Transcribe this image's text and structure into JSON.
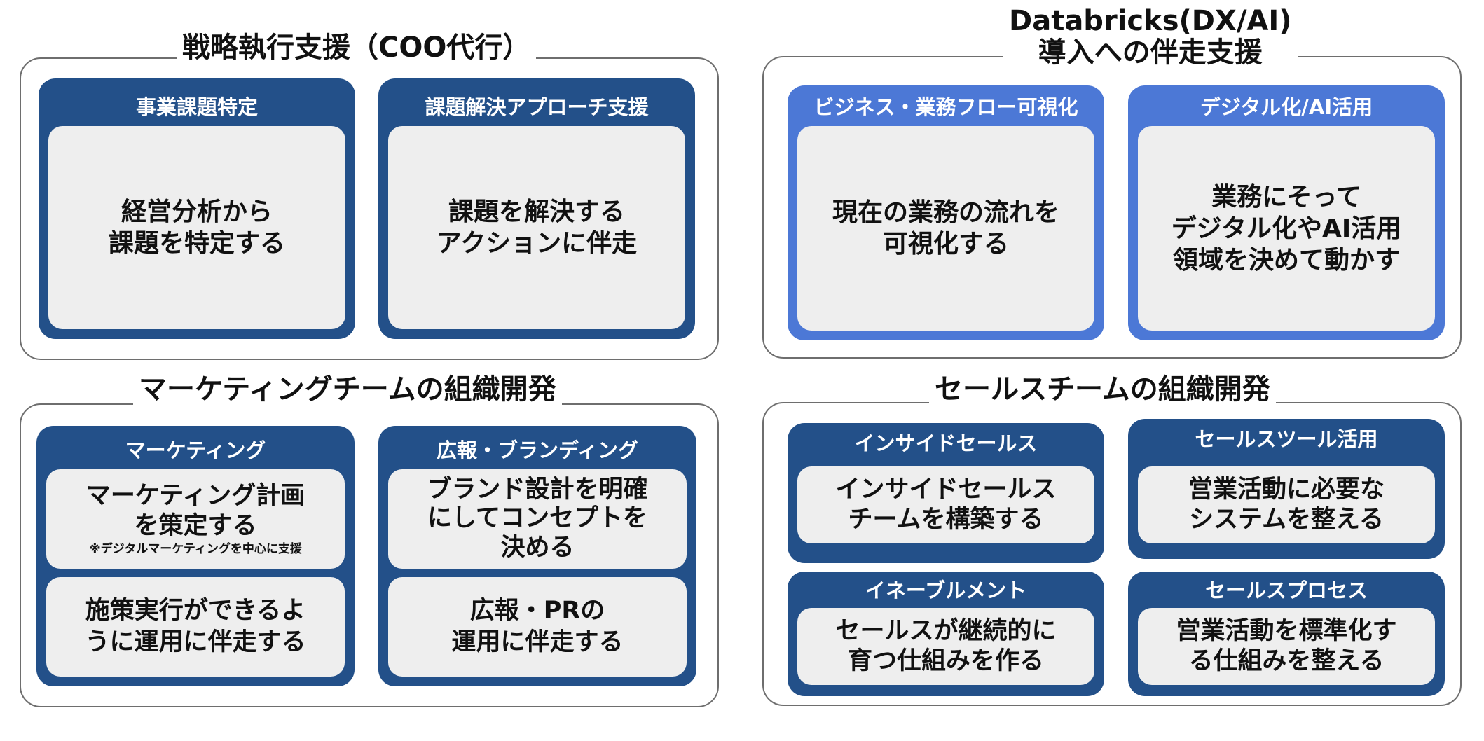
{
  "colors": {
    "dark_blue": "#235089",
    "light_blue": "#4c78d6",
    "inner_gray": "#eeeeee",
    "border_gray": "#6e6e6e"
  },
  "strategy": {
    "title": "戦略執行支援（COO代行）",
    "cards": [
      {
        "label": "事業課題特定",
        "lines": [
          "経営分析から",
          "課題を特定する"
        ]
      },
      {
        "label": "課題解決アプローチ支援",
        "lines": [
          "課題を解決する",
          "アクションに伴走"
        ]
      }
    ]
  },
  "databricks": {
    "title_line1": "Databricks(DX/AI)",
    "title_line2": "導入への伴走支援",
    "cards": [
      {
        "label": "ビジネス・業務フロー可視化",
        "lines": [
          "現在の業務の流れを",
          "可視化する"
        ]
      },
      {
        "label": "デジタル化/AI活用",
        "lines": [
          "業務にそって",
          "デジタル化やAI活用",
          "領域を決めて動かす"
        ]
      }
    ]
  },
  "marketing": {
    "title": "マーケティングチームの組織開発",
    "cards": [
      {
        "label": "マーケティング",
        "box1": {
          "lines": [
            "マーケティング計画",
            "を策定する"
          ],
          "note": "※デジタルマーケティングを中心に支援"
        },
        "box2": {
          "lines": [
            "施策実行ができるよ",
            "うに運用に伴走する"
          ]
        }
      },
      {
        "label": "広報・ブランディング",
        "box1": {
          "lines": [
            "ブランド設計を明確",
            "にしてコンセプトを",
            "決める"
          ]
        },
        "box2": {
          "lines": [
            "広報・PRの",
            "運用に伴走する"
          ]
        }
      }
    ]
  },
  "sales": {
    "title": "セールスチームの組織開発",
    "cards": [
      {
        "label": "インサイドセールス",
        "lines": [
          "インサイドセールス",
          "チームを構築する"
        ]
      },
      {
        "label": "セールスツール活用",
        "lines": [
          "営業活動に必要な",
          "システムを整える"
        ]
      },
      {
        "label": "イネーブルメント",
        "lines": [
          "セールスが継続的に",
          "育つ仕組みを作る"
        ]
      },
      {
        "label": "セールスプロセス",
        "lines": [
          "営業活動を標準化す",
          "る仕組みを整える"
        ]
      }
    ]
  }
}
